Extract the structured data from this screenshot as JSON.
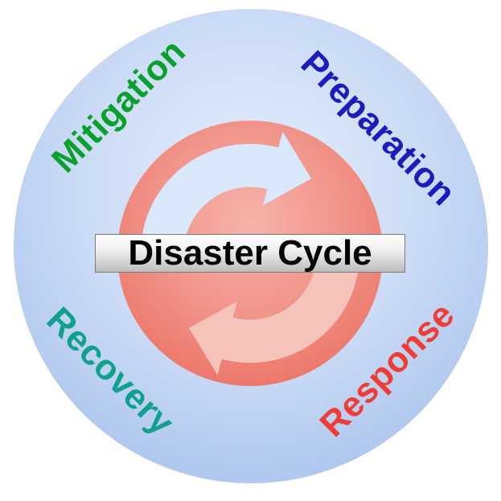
{
  "diagram": {
    "title": "Disaster Cycle",
    "type": "cycle-diagram",
    "cycle_direction": "clockwise",
    "stages": [
      {
        "label": "Mitigation",
        "color": "#0AA02E",
        "position": "top-left"
      },
      {
        "label": "Preparation",
        "color": "#1C1CBE",
        "position": "top-right"
      },
      {
        "label": "Response",
        "color": "#EE3D35",
        "position": "bottom-right"
      },
      {
        "label": "Recovery",
        "color": "#12A08E",
        "position": "bottom-left"
      }
    ],
    "colors": {
      "outer_circle": "#BCD2F2",
      "inner_circle": "#EE7A6E",
      "top_arrow": "#D9E9FB",
      "bottom_arrow": "#F6C3BB",
      "banner_background": "#E8E8E8",
      "banner_text": "#000000"
    }
  }
}
